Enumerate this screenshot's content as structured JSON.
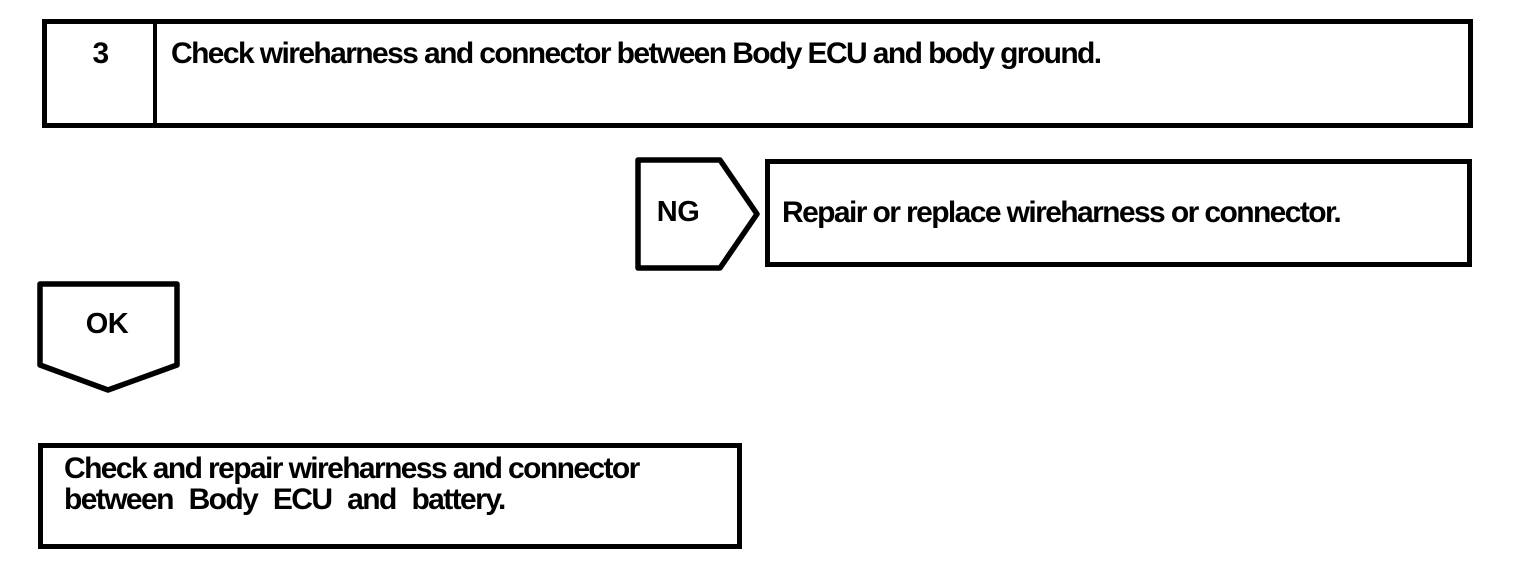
{
  "page": {
    "background": "#ffffff",
    "ink": "#000000"
  },
  "flowchart": {
    "step_box": {
      "number": "3",
      "instruction": "Check wireharness and connector between Body ECU and body ground."
    },
    "ng_branch": {
      "connector_label": "NG",
      "action": "Repair or replace wireharness or connector."
    },
    "ok_branch": {
      "connector_label": "OK",
      "action_line1": "Check and repair wireharness and connector",
      "action_line2": "between Body ECU and battery."
    }
  }
}
